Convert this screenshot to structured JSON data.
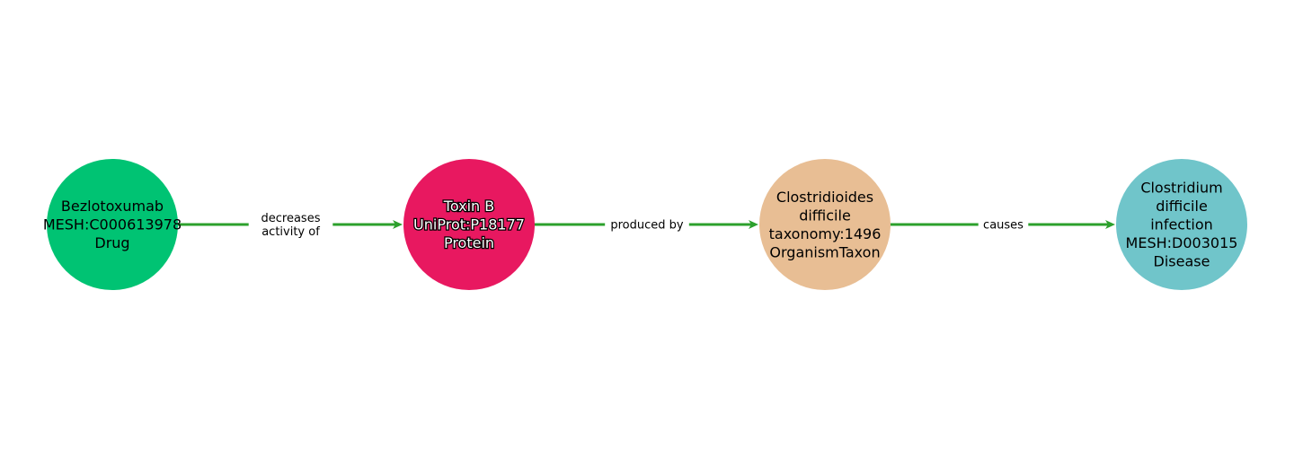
{
  "graph": {
    "edge_color": "#2ca02c",
    "nodes": [
      {
        "lines": [
          "Bezlotoxumab",
          "MESH:C000613978",
          "Drug"
        ],
        "color": "#00c373",
        "outlined": false
      },
      {
        "lines": [
          "Toxin B",
          "UniProt:P18177",
          "Protein"
        ],
        "color": "#e81860",
        "outlined": true
      },
      {
        "lines": [
          "Clostridioides",
          "difficile",
          "taxonomy:1496",
          "OrganismTaxon"
        ],
        "color": "#e8be94",
        "outlined": false
      },
      {
        "lines": [
          "Clostridium",
          "difficile",
          "infection",
          "MESH:D003015",
          "Disease"
        ],
        "color": "#70c5ca",
        "outlined": false
      }
    ],
    "edges": [
      {
        "from": 0,
        "to": 1,
        "lines": [
          "decreases",
          "activity of"
        ]
      },
      {
        "from": 1,
        "to": 2,
        "lines": [
          "produced by"
        ]
      },
      {
        "from": 2,
        "to": 3,
        "lines": [
          "causes"
        ]
      }
    ]
  }
}
